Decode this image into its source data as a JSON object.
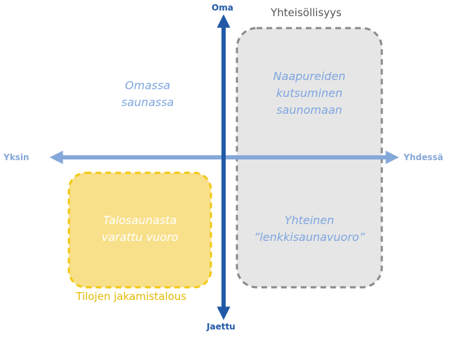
{
  "colors": {
    "vertical_axis": "#2159a7",
    "horizontal_axis": "#85a8da",
    "axis_label_vertical": "#2159a7",
    "axis_label_horizontal": "#85a8da",
    "quadrant_text": "#7ea6df",
    "quadrant_text_on_yellow": "#ffffff",
    "shared_economy_fill": "#f8e08a",
    "shared_economy_border": "#f2c811",
    "shared_economy_label": "#e3b800",
    "community_fill": "#e6e6e6",
    "community_border": "#8a8a8a",
    "community_label": "#555555"
  },
  "axes": {
    "top": "Oma",
    "bottom": "Jaettu",
    "left": "Yksin",
    "right": "Yhdessä"
  },
  "regions": {
    "community": {
      "title": "Yhteisöllisyys"
    },
    "shared_economy": {
      "title": "Tilojen jakamistalous"
    }
  },
  "quadrants": {
    "top_left": {
      "line1": "Omassa",
      "line2": "saunassa"
    },
    "top_right": {
      "line1": "Naapureiden",
      "line2": "kutsuminen",
      "line3": "saunomaan"
    },
    "bottom_left": {
      "line1": "Talosaunasta",
      "line2": "varattu vuoro"
    },
    "bottom_right": {
      "line1": "Yhteinen",
      "line2": "”lenkkisaunavuoro”"
    }
  }
}
